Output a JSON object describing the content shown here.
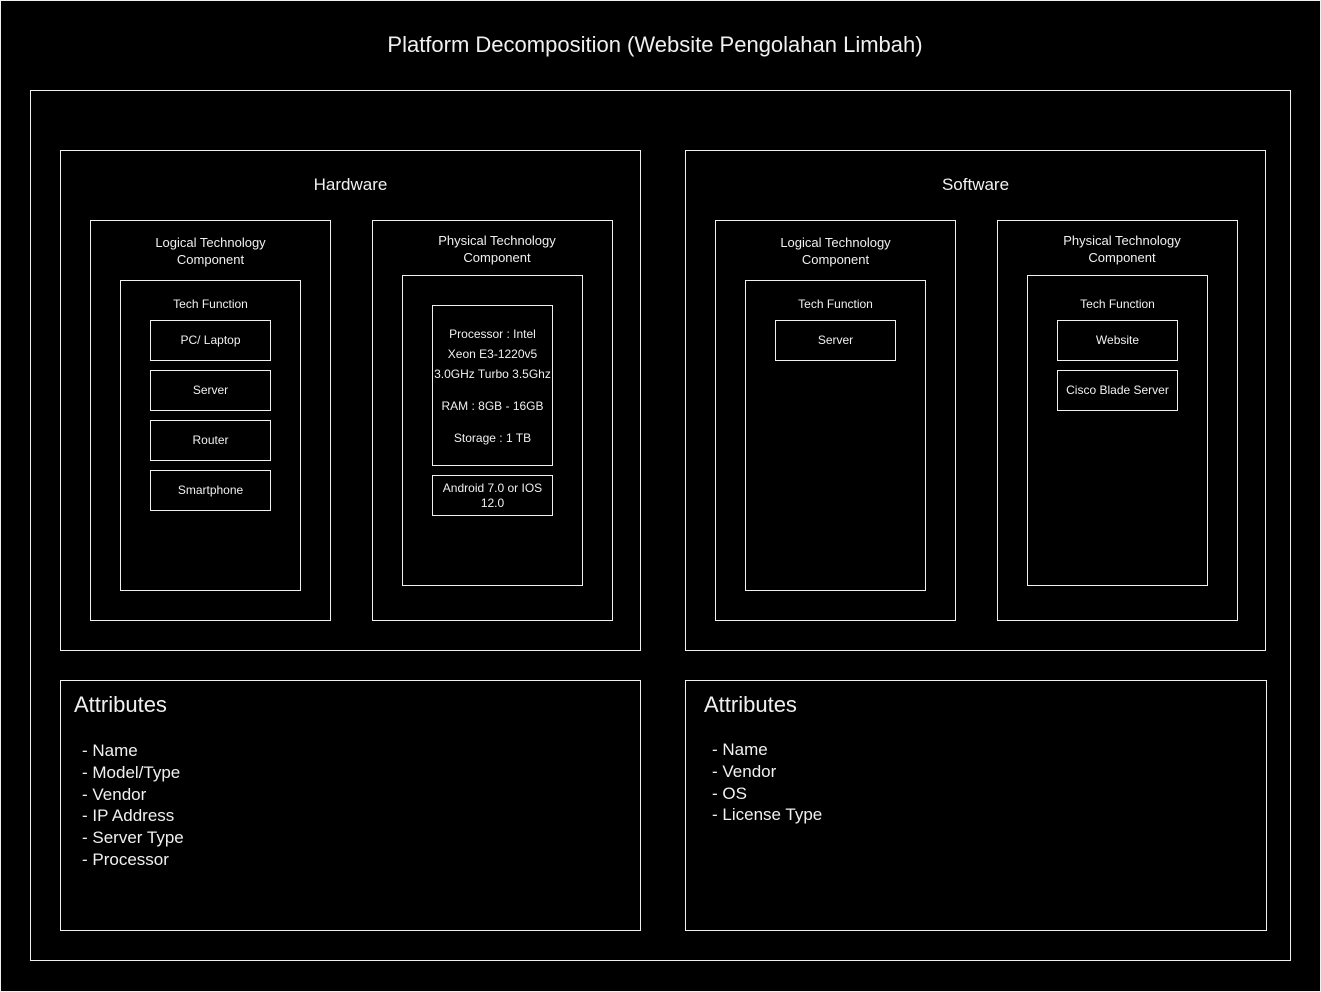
{
  "title": "Platform Decomposition (Website Pengolahan Limbah)",
  "hardware": {
    "title": "Hardware",
    "logical": {
      "title": "Logical Technology Component",
      "tech_function": "Tech Function",
      "items": [
        "PC/ Laptop",
        "Server",
        "Router",
        "Smartphone"
      ]
    },
    "physical": {
      "title": "Physical Technology Component",
      "spec": {
        "processor_1": "Processor : Intel",
        "processor_2": "Xeon E3-1220v5",
        "processor_3": "3.0GHz Turbo 3.5Ghz",
        "ram": "RAM : 8GB - 16GB",
        "storage": "Storage : 1 TB"
      },
      "os": "Android 7.0 or IOS 12.0"
    },
    "attributes": {
      "title": "Attributes",
      "items": [
        "- Name",
        "- Model/Type",
        "- Vendor",
        "- IP Address",
        "- Server Type",
        "- Processor"
      ]
    }
  },
  "software": {
    "title": "Software",
    "logical": {
      "title": "Logical Technology Component",
      "tech_function": "Tech Function",
      "items": [
        "Server"
      ]
    },
    "physical": {
      "title": "Physical Technology Component",
      "tech_function": "Tech Function",
      "items": [
        "Website",
        "Cisco Blade Server"
      ]
    },
    "attributes": {
      "title": "Attributes",
      "items": [
        "- Name",
        "- Vendor",
        "- OS",
        "- License Type"
      ]
    }
  },
  "colors": {
    "background": "#000000",
    "stroke": "#f0f0f0",
    "text": "#f0f0f0"
  }
}
